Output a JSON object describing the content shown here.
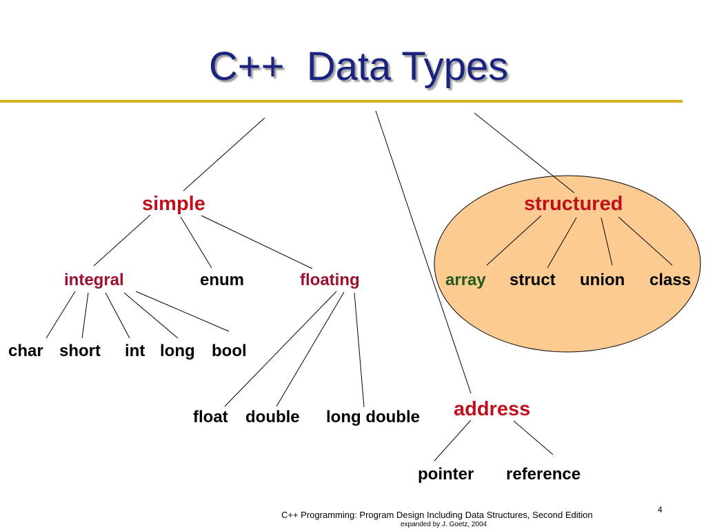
{
  "title": "C++  Data Types",
  "categories": {
    "simple": "simple",
    "structured": "structured",
    "address": "address"
  },
  "simple_children": {
    "integral": "integral",
    "enum": "enum",
    "floating": "floating"
  },
  "integral_types": [
    "char",
    "short",
    "int",
    "long",
    "bool"
  ],
  "floating_types": [
    "float",
    "double",
    "long double"
  ],
  "structured_types": [
    "array",
    "struct",
    "union",
    "class"
  ],
  "address_types": [
    "pointer",
    "reference"
  ],
  "colors": {
    "title": "#1a2480",
    "title_rule": "#d7b21a",
    "category_text": "#c0101c",
    "subcategory_red": "#9c0f2f",
    "array_text": "#1e5a1a",
    "structured_highlight": "#fbcb91"
  },
  "footer": {
    "text": "C++ Programming: Program Design Including Data Structures, Second Edition",
    "credit": "expanded by J. Goetz, 2004"
  },
  "page_number": "4"
}
